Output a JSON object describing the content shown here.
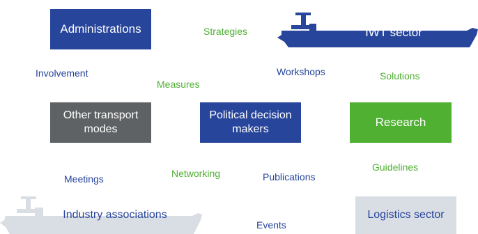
{
  "boxes": {
    "administrations": "Administrations",
    "other_transport_line1": "Other transport",
    "other_transport_line2": "modes",
    "political_line1": "Political decision",
    "political_line2": "makers",
    "research": "Research",
    "logistics": "Logistics sector"
  },
  "ships": {
    "iwt_sector": "IWT sector",
    "industry_associations": "Industry associations"
  },
  "keywords": {
    "strategies": "Strategies",
    "involvement": "Involvement",
    "measures": "Measures",
    "workshops": "Workshops",
    "solutions": "Solutions",
    "meetings": "Meetings",
    "networking": "Networking",
    "publications": "Publications",
    "guidelines": "Guidelines",
    "events": "Events"
  },
  "colors": {
    "blue": "#27459b",
    "green": "#4fb032",
    "grey": "#5f6264",
    "pale_blue": "#d9dde4"
  }
}
